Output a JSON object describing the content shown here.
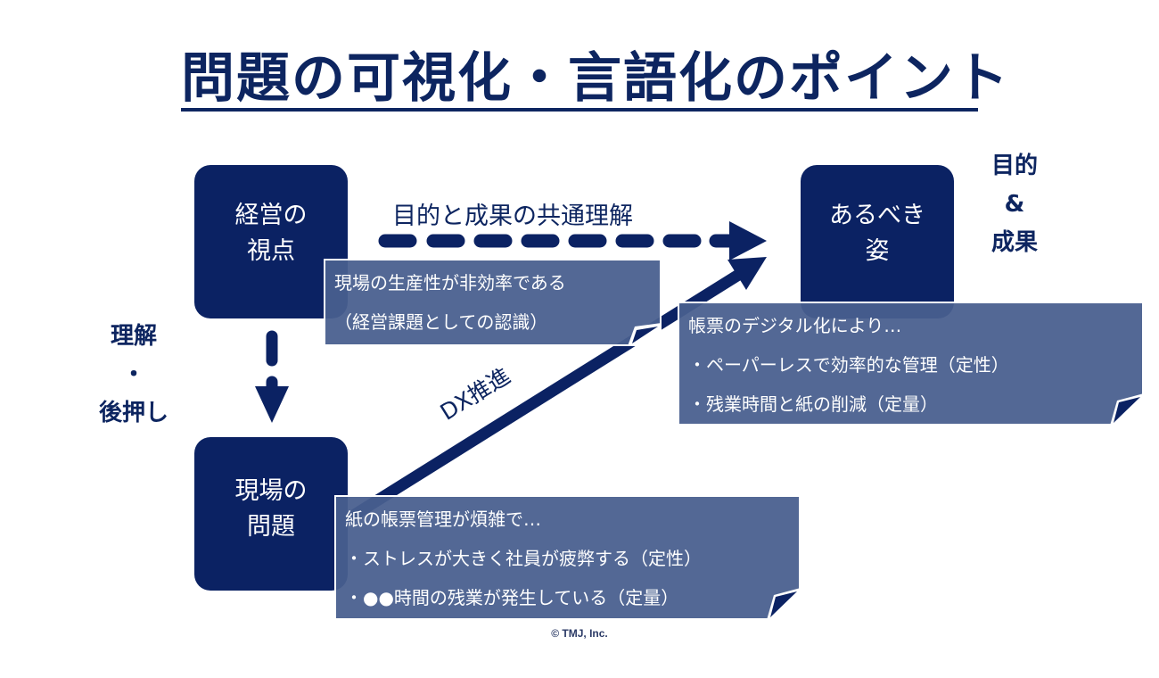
{
  "title": "問題の可視化・言語化のポイント",
  "colors": {
    "navy": "#0b2263",
    "note_fill": "#485f8e",
    "text_dark": "#0d2560",
    "background": "#ffffff"
  },
  "boxes": {
    "management": {
      "line1": "経営の",
      "line2": "視点"
    },
    "field_problem": {
      "line1": "現場の",
      "line2": "問題"
    },
    "ideal_state": {
      "line1": "あるべき",
      "line2": "姿"
    }
  },
  "labels": {
    "shared_understanding": "目的と成果の共通理解",
    "dx_promotion": "DX推進",
    "understanding_support": {
      "line1": "理解",
      "line2": "・",
      "line3": "後押し"
    },
    "purpose_result": {
      "line1": "目的",
      "line2": "&",
      "line3": "成果"
    }
  },
  "notes": {
    "management_note": {
      "lines": [
        "現場の生産性が非効率である",
        "（経営課題としての認識）"
      ]
    },
    "ideal_note": {
      "lines": [
        "帳票のデジタル化により…",
        "・ペーパーレスで効率的な管理（定性）",
        "・残業時間と紙の削減（定量）"
      ]
    },
    "problem_note": {
      "lines": [
        "紙の帳票管理が煩雑で…",
        "・ストレスが大きく社員が疲弊する（定性）",
        "・●●時間の残業が発生している（定量）"
      ]
    }
  },
  "icons": {
    "dashed_arrow": "dashed-right-arrow-icon",
    "down_arrow": "dashed-down-arrow-icon",
    "diagonal_arrow": "diagonal-up-right-arrow-icon",
    "page_curl": "page-curl-icon"
  },
  "copyright": "© TMJ, Inc."
}
